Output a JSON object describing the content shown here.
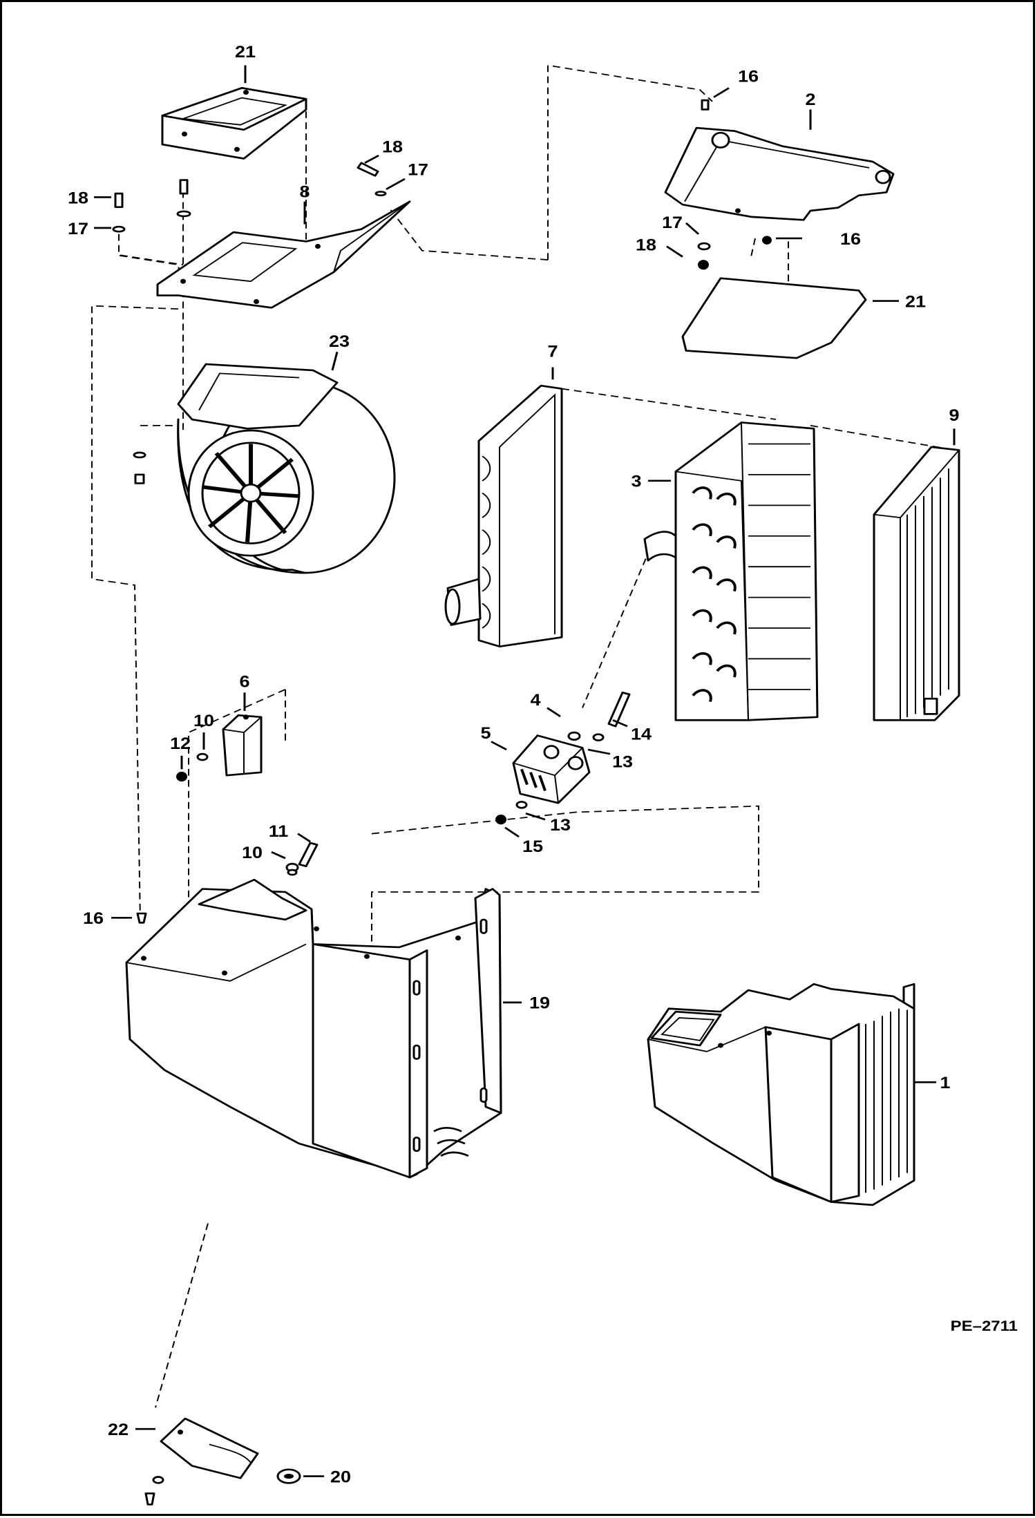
{
  "figure": {
    "drawing_code": "PE–2711",
    "callouts": [
      "21",
      "16",
      "2",
      "18",
      "17",
      "8",
      "18",
      "17",
      "17",
      "18",
      "16",
      "21",
      "23",
      "7",
      "9",
      "3",
      "6",
      "4",
      "14",
      "10",
      "12",
      "5",
      "13",
      "13",
      "15",
      "11",
      "10",
      "16",
      "19",
      "1",
      "22",
      "20"
    ]
  }
}
